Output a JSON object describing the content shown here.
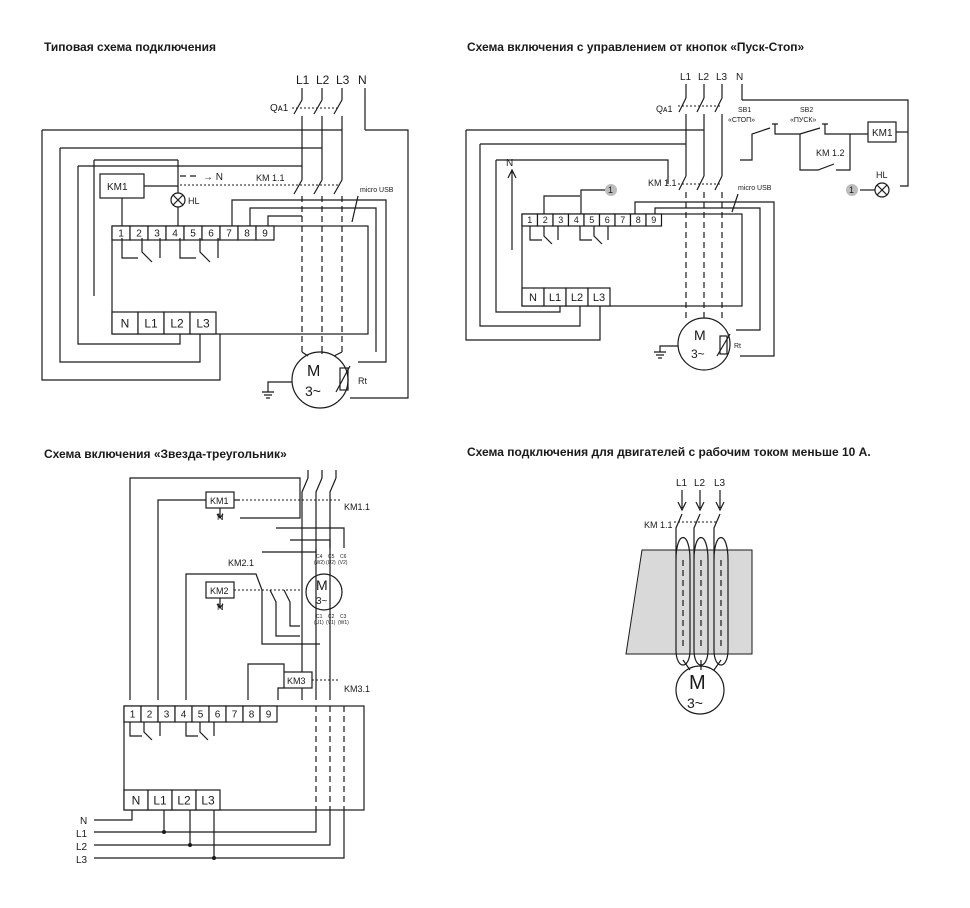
{
  "titles": {
    "typical": "Типовая схема подключения",
    "buttons": "Схема включения с управлением от кнопок «Пуск-Стоп»",
    "star_delta": "Схема включения «Звезда-треугольник»",
    "small_motor": "Схема подключения для двигателей с рабочим током меньше 10 А."
  },
  "labels": {
    "L1": "L1",
    "L2": "L2",
    "L3": "L3",
    "N": "N",
    "QA1": "Qᴀ1",
    "KM1": "KM1",
    "KM2": "KM2",
    "KM3": "KM3",
    "KM11": "KM 1.1",
    "KM11b": "KM1.1",
    "KM12": "KM 1.2",
    "KM21": "KM2.1",
    "KM31": "KM3.1",
    "HL": "HL",
    "micro_usb": "micro USB",
    "M": "M",
    "phase": "3~",
    "Rt": "Rt",
    "arrowN": "→ N",
    "SB1": "SB1",
    "SB1_name": "«СТОП»",
    "SB2": "SB2",
    "SB2_name": "«ПУСК»",
    "marker": "1",
    "C4": "C4",
    "C5": "C5",
    "C6": "C6",
    "W2": "(W2)",
    "U2": "(U2)",
    "V2": "(V2)",
    "C1": "C1",
    "C2": "C2",
    "C3": "C3",
    "U1": "(U1)",
    "V1": "(V1)",
    "W1": "(W1)"
  },
  "terminals": [
    "1",
    "2",
    "3",
    "4",
    "5",
    "6",
    "7",
    "8",
    "9"
  ],
  "power_terminals": [
    "N",
    "L1",
    "L2",
    "L3"
  ]
}
